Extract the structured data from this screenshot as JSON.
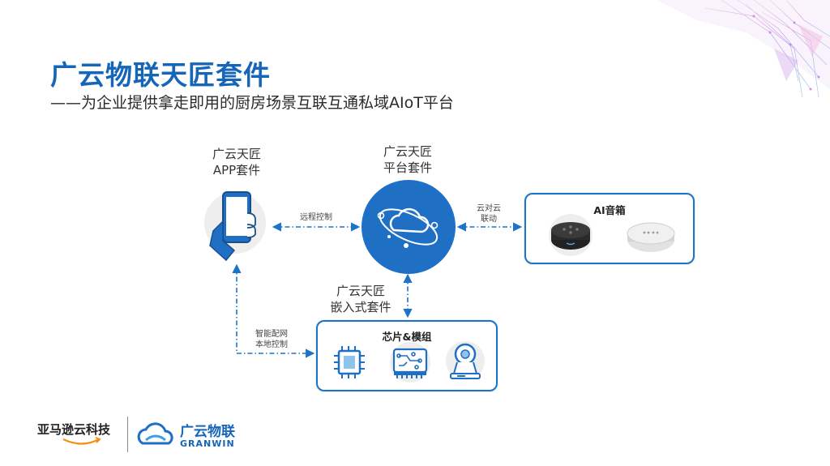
{
  "header": {
    "title": "广云物联天匠套件",
    "subtitle": "——为企业提供拿走即用的厨房场景互联互通私域AIoT平台"
  },
  "nodes": {
    "app": {
      "line1": "广云天匠",
      "line2": "APP套件",
      "icon": "hand-phone-icon"
    },
    "platform": {
      "line1": "广云天匠",
      "line2": "平台套件",
      "icon": "cloud-orbit-icon"
    },
    "speaker_box": {
      "title": "AI音箱",
      "icons": [
        "echo-dot-speaker-icon",
        "smart-speaker-icon"
      ]
    },
    "embedded": {
      "line1": "广云天匠",
      "line2": "嵌入式套件"
    },
    "chip_box": {
      "title": "芯片&模组",
      "icons": [
        "chip-icon",
        "circuit-board-icon",
        "camera-module-icon"
      ]
    }
  },
  "links": {
    "remote_control": "远程控制",
    "cloud_to_cloud_line1": "云对云",
    "cloud_to_cloud_line2": "联动",
    "local_line1": "智能配网",
    "local_line2": "本地控制"
  },
  "footer": {
    "amazon_brand": "亚马逊云科技",
    "granwin_cn": "广云物联",
    "granwin_en": "GRANWIN"
  },
  "colors": {
    "brand_blue": "#1565b8",
    "accent_blue": "#1c73c9",
    "platform_circle": "#1f6fc5",
    "amazon_orange": "#f29111"
  }
}
